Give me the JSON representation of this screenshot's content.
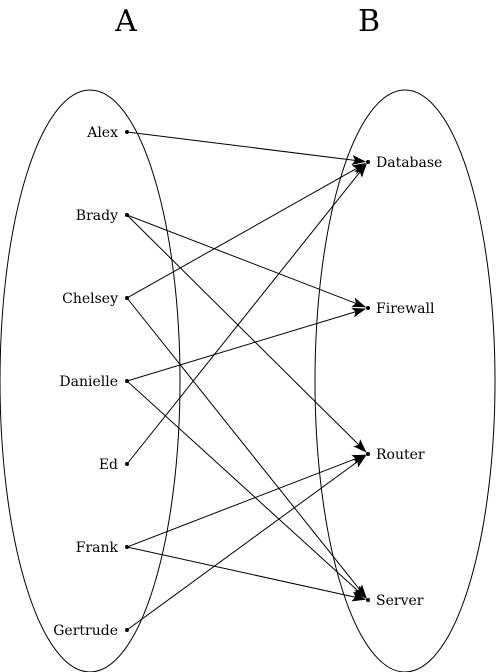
{
  "sets": {
    "left": {
      "title": "A",
      "members": [
        "Alex",
        "Brady",
        "Chelsey",
        "Danielle",
        "Ed",
        "Frank",
        "Gertrude"
      ]
    },
    "right": {
      "title": "B",
      "members": [
        "Database",
        "Firewall",
        "Router",
        "Server"
      ]
    }
  },
  "edges": [
    {
      "from": "Alex",
      "to": "Database"
    },
    {
      "from": "Brady",
      "to": "Firewall"
    },
    {
      "from": "Brady",
      "to": "Router"
    },
    {
      "from": "Chelsey",
      "to": "Database"
    },
    {
      "from": "Chelsey",
      "to": "Server"
    },
    {
      "from": "Danielle",
      "to": "Firewall"
    },
    {
      "from": "Danielle",
      "to": "Server"
    },
    {
      "from": "Ed",
      "to": "Database"
    },
    {
      "from": "Frank",
      "to": "Router"
    },
    {
      "from": "Frank",
      "to": "Server"
    },
    {
      "from": "Gertrude",
      "to": "Router"
    }
  ],
  "colors": {
    "stroke": "#000000",
    "background": "#ffffff"
  }
}
